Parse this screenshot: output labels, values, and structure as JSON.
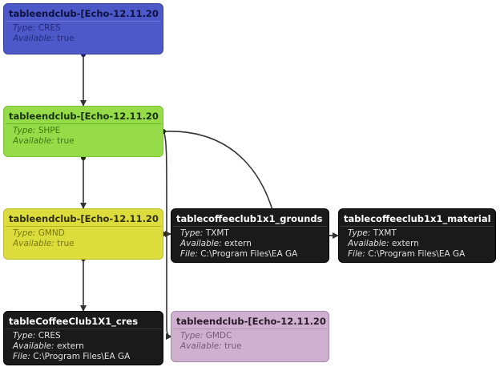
{
  "nodes": {
    "cres_top": {
      "title": "tableendclub-[Echo-12.11.20",
      "type_label": "Type:",
      "type_value": "CRES",
      "avail_label": "Available:",
      "avail_value": "true"
    },
    "shpe": {
      "title": "tableendclub-[Echo-12.11.20",
      "type_label": "Type:",
      "type_value": "SHPE",
      "avail_label": "Available:",
      "avail_value": "true"
    },
    "gmnd": {
      "title": "tableendclub-[Echo-12.11.20",
      "type_label": "Type:",
      "type_value": "GMND",
      "avail_label": "Available:",
      "avail_value": "true"
    },
    "grounds": {
      "title": "tablecoffeeclub1x1_grounds",
      "type_label": "Type:",
      "type_value": "TXMT",
      "avail_label": "Available:",
      "avail_value": "extern",
      "file_label": "File:",
      "file_value": "C:\\Program Files\\EA GA"
    },
    "material": {
      "title": "tablecoffeeclub1x1_material",
      "type_label": "Type:",
      "type_value": "TXMT",
      "avail_label": "Available:",
      "avail_value": "extern",
      "file_label": "File:",
      "file_value": "C:\\Program Files\\EA GA"
    },
    "cres_ext": {
      "title": "tableCoffeeClub1X1_cres",
      "type_label": "Type:",
      "type_value": "CRES",
      "avail_label": "Available:",
      "avail_value": "extern",
      "file_label": "File:",
      "file_value": "C:\\Program Files\\EA GA"
    },
    "gmdc": {
      "title": "tableendclub-[Echo-12.11.20",
      "type_label": "Type:",
      "type_value": "GMDC",
      "avail_label": "Available:",
      "avail_value": "true"
    }
  },
  "colors": {
    "cres_node": "#4d59c9",
    "shpe_node": "#95dc48",
    "gmnd_node": "#dcdc3c",
    "extern_node": "#1a1a1a",
    "gmdc_node": "#cfb0d0",
    "edge": "#333333"
  }
}
